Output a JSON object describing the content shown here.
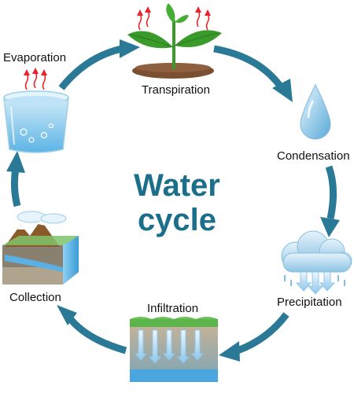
{
  "diagram": {
    "title_line1": "Water",
    "title_line2": "cycle",
    "stages": {
      "transpiration": "Transpiration",
      "condensation": "Condensation",
      "precipitation": "Precipitation",
      "infiltration": "Infiltration",
      "collection": "Collection",
      "evaporation": "Evaporation"
    }
  },
  "colors": {
    "arrow": "#2a7a97",
    "title": "#1c6f8a",
    "vapor": "#e8232a",
    "water": "#3a9bd6",
    "leaf": "#3a9a2a",
    "soil": "#7a5030",
    "cloud": "#9fcde9"
  }
}
